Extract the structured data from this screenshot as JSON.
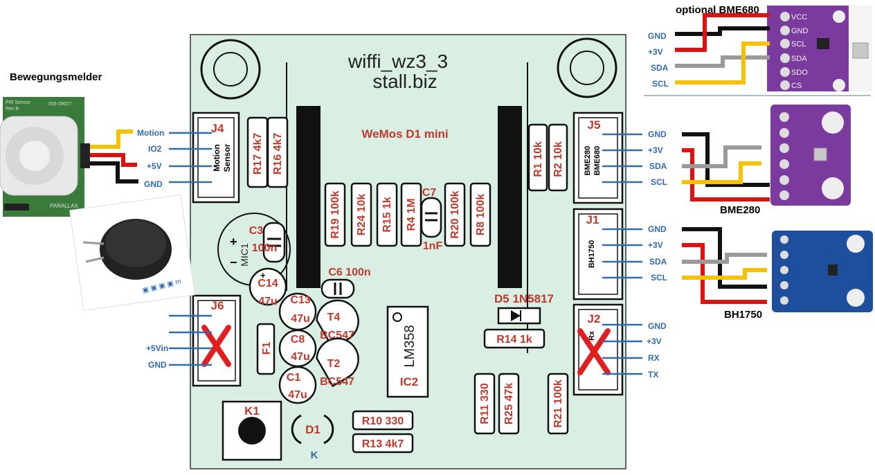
{
  "board": {
    "title_line1": "wiffi_wz3_3",
    "title_line2": "stall.biz",
    "wemos_label": "WeMos D1 mini"
  },
  "headings": {
    "bme680": "optional BME680",
    "motion": "Bewegungsmelder",
    "bme280": "BME280",
    "bh1750": "BH1750"
  },
  "connectors": {
    "j4": {
      "ref": "J4",
      "label1": "Motion",
      "label2": "Sensor",
      "pins": [
        "Motion",
        "IO2",
        "+5V",
        "GND"
      ]
    },
    "j5": {
      "ref": "J5",
      "label1": "BME280",
      "label2": "BME680",
      "pins": [
        "GND",
        "+3V",
        "SDA",
        "SCL"
      ]
    },
    "j1": {
      "ref": "J1",
      "label1": "BH1750",
      "pins": [
        "GND",
        "+3V",
        "SDA",
        "SCL"
      ]
    },
    "j2": {
      "ref": "J2",
      "label1": "Rx",
      "pins": [
        "GND",
        "+3V",
        "RX",
        "TX"
      ]
    },
    "j6": {
      "ref": "J6",
      "pins": [
        "+5Vin",
        "GND"
      ]
    },
    "bme680_pins": [
      "GND",
      "+3V",
      "SDA",
      "SCL"
    ]
  },
  "components": {
    "r17": "R17 4k7",
    "r16": "R16 4k7",
    "r1": "R1 10k",
    "r2": "R2 10k",
    "r19": "R19 100k",
    "r24": "R24 10k",
    "r15": "R15 1k",
    "r4": "R4 1M",
    "c7": "C7",
    "c7v": "1nF",
    "r20": "R20 100k",
    "r8": "R8 100k",
    "c3": "C3",
    "c3v": "100n",
    "mic": "MIC1",
    "c14": "C14",
    "c14v": "47u",
    "c6": "C6 100n",
    "c13": "C13",
    "c13v": "47u",
    "t4": "T4",
    "t4v": "BC547",
    "c8": "C8",
    "c8v": "47u",
    "t2": "T2",
    "t2v": "BC547",
    "c1": "C1",
    "c1v": "47u",
    "f1": "F1",
    "ic2": "IC2",
    "lm358": "LM358",
    "d5": "D5 1N5817",
    "r14": "R14  1k",
    "r11": "R11 330",
    "r25": "R25 47k",
    "r21": "R21 100k",
    "k1": "K1",
    "d1": "D1",
    "k": "K",
    "r10": "R10 330",
    "r13": "R13 4k7"
  },
  "pcb_marks": {
    "pir_line1": "PIR Sensor",
    "pir_line2": "Rev B",
    "pir_part": "555-28027",
    "parallax": "PARALLAX",
    "mic_print": "▣ ▣ ▣ ▣ m"
  },
  "breakout_pins": {
    "bme680": [
      "VCC",
      "GND",
      "SCL",
      "SDA",
      "SDO",
      "CS"
    ]
  },
  "colors": {
    "board": "#d9efe3",
    "red_label": "#c0392b",
    "blue_label": "#2e6bb0",
    "wire_red": "#e01010",
    "wire_yellow": "#f6c200",
    "wire_gray": "#9a9a9a",
    "purple": "#6b2d8e",
    "blue_pcb": "#1d4f9c"
  }
}
